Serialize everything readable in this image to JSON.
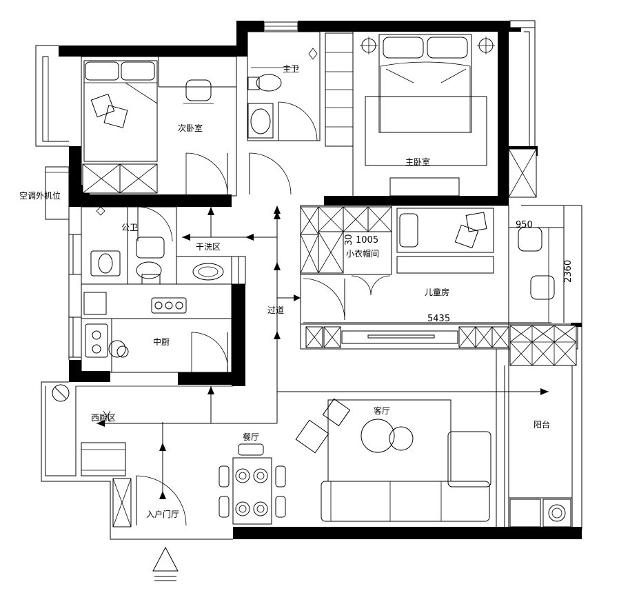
{
  "rooms": {
    "second_bedroom": "次卧室",
    "master_bedroom": "主卧室",
    "master_bath": "主卫",
    "ac_unit": "空调外机位",
    "public_bath": "公卫",
    "dry_wash": "干洗区",
    "cloakroom": "小衣帽间",
    "children_room": "儿童房",
    "corridor": "过道",
    "chinese_kitchen": "中厨",
    "western_kitchen": "西厨区",
    "dining": "餐厅",
    "living": "客厅",
    "balcony": "阳台",
    "entrance": "入户门厅"
  },
  "dimensions": {
    "d950": "950",
    "d1005": "1005",
    "d30": "30",
    "d5435": "5435",
    "d2360": "2360"
  }
}
